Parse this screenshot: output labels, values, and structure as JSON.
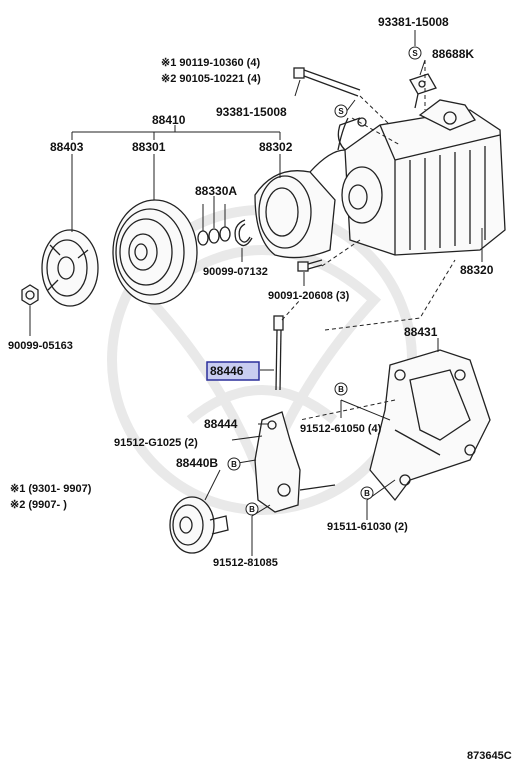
{
  "labels": {
    "p93381_top": "93381-15008",
    "p88688k": "88688K",
    "p90119": "※1 90119-10360 (4)",
    "p90105": "※2 90105-10221 (4)",
    "p93381_mid": "93381-15008",
    "p88410": "88410",
    "p88403": "88403",
    "p88301": "88301",
    "p88302": "88302",
    "p88330a": "88330A",
    "p90099_07132": "90099-07132",
    "p88320": "88320",
    "p90091": "90091-20608 (3)",
    "p90099_05163": "90099-05163",
    "p88431": "88431",
    "p88446": "88446",
    "p88444": "88444",
    "p91512_61050": "91512-61050 (4)",
    "p91512_g1025": "91512-G1025 (2)",
    "p88440b": "88440B",
    "note1": "※1 (9301- 9907)",
    "note2": "※2 (9907-        )",
    "p91511": "91511-61030 (2)",
    "p91512_81085": "91512-81085",
    "diagram_id": "873645C"
  },
  "badges": {
    "s": "S",
    "b": "B"
  },
  "colors": {
    "highlight": "#c9cdf0",
    "ink": "#222222"
  }
}
